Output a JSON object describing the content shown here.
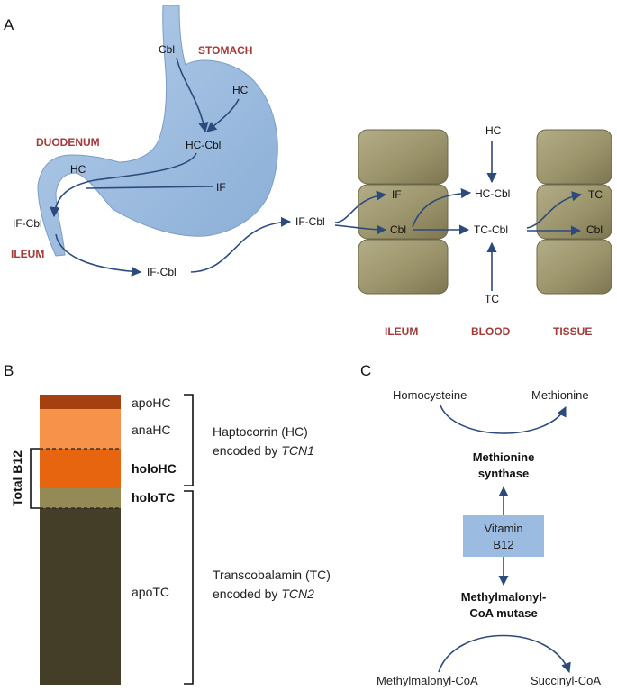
{
  "panel_a": {
    "tag": "A",
    "stomach_labels": {
      "stomach": "STOMACH",
      "duodenum": "DUODENUM",
      "ileum": "ILEUM",
      "cbl": "Cbl",
      "hc_top": "HC",
      "hc_cbl": "HC-Cbl",
      "hc_duod": "HC",
      "if": "IF",
      "if_cbl_left": "IF-Cbl",
      "if_cbl_bottom": "IF-Cbl",
      "if_cbl_mid": "IF-Cbl"
    },
    "cells": {
      "ileum_if": "IF",
      "ileum_cbl": "Cbl",
      "blood_hc": "HC",
      "blood_hc_cbl": "HC-Cbl",
      "blood_tc_cbl": "TC-Cbl",
      "blood_tc": "TC",
      "tissue_tc": "TC",
      "tissue_cbl": "Cbl"
    },
    "compartments": {
      "ileum": "ILEUM",
      "blood": "BLOOD",
      "tissue": "TISSUE"
    }
  },
  "panel_b": {
    "tag": "B",
    "axis_label": "Total B12",
    "segments": [
      {
        "name": "apoHC",
        "bold": false,
        "color": "#a4410f"
      },
      {
        "name": "anaHC",
        "bold": false,
        "color": "#f6924a"
      },
      {
        "name": "holoHC",
        "bold": true,
        "color": "#e8650f"
      },
      {
        "name": "holoTC",
        "bold": true,
        "color": "#938a55"
      },
      {
        "name": "apoTC",
        "bold": false,
        "color": "#443e29"
      }
    ],
    "hc_line1": "Haptocorrin (HC)",
    "hc_line2_prefix": "encoded by ",
    "hc_gene": "TCN1",
    "tc_line1": "Transcobalamin (TC)",
    "tc_line2_prefix": "encoded by ",
    "tc_gene": "TCN2"
  },
  "panel_c": {
    "tag": "C",
    "homocysteine": "Homocysteine",
    "methionine": "Methionine",
    "ms_line1": "Methionine",
    "ms_line2": "synthase",
    "vitamin_line1": "Vitamin",
    "vitamin_line2": "B12",
    "mcm_line1": "Methylmalonyl-",
    "mcm_line2": "CoA mutase",
    "methylmalonyl_coa": "Methylmalonyl-CoA",
    "succinyl_coa": "Succinyl-CoA"
  },
  "colors": {
    "stomach_fill": "#9ab9dd",
    "cell_fill": "#a29b73",
    "arrow": "#2c4a7c",
    "compartment_label": "#a23a3a",
    "vitamin_box": "#9cbbe0"
  }
}
